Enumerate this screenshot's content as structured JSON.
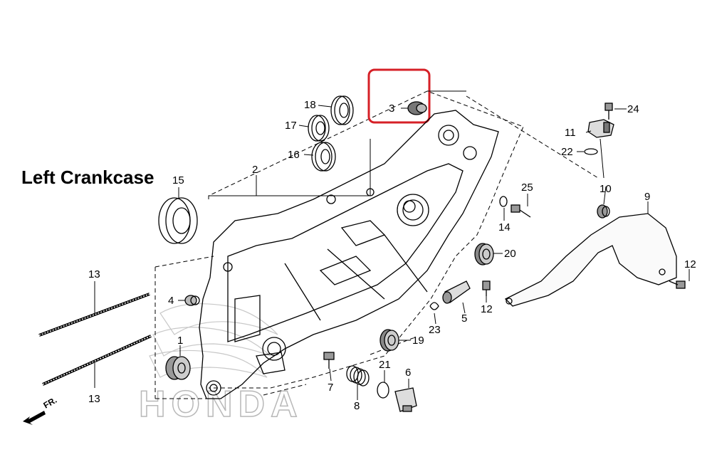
{
  "title": "Left Crankcase",
  "brand": "HONDA",
  "fr_label": "FR.",
  "highlight_color": "#d62027",
  "callouts": [
    {
      "id": "p1",
      "text": "1"
    },
    {
      "id": "p2",
      "text": "2"
    },
    {
      "id": "p3",
      "text": "3"
    },
    {
      "id": "p4",
      "text": "4"
    },
    {
      "id": "p5",
      "text": "5"
    },
    {
      "id": "p6",
      "text": "6"
    },
    {
      "id": "p7",
      "text": "7"
    },
    {
      "id": "p8",
      "text": "8"
    },
    {
      "id": "p9",
      "text": "9"
    },
    {
      "id": "p10",
      "text": "10"
    },
    {
      "id": "p11",
      "text": "11"
    },
    {
      "id": "p12a",
      "text": "12"
    },
    {
      "id": "p12b",
      "text": "12"
    },
    {
      "id": "p13a",
      "text": "13"
    },
    {
      "id": "p13b",
      "text": "13"
    },
    {
      "id": "p14",
      "text": "14"
    },
    {
      "id": "p15",
      "text": "15"
    },
    {
      "id": "p16",
      "text": "16"
    },
    {
      "id": "p17",
      "text": "17"
    },
    {
      "id": "p18",
      "text": "18"
    },
    {
      "id": "p19",
      "text": "19"
    },
    {
      "id": "p20",
      "text": "20"
    },
    {
      "id": "p21",
      "text": "21"
    },
    {
      "id": "p22",
      "text": "22"
    },
    {
      "id": "p23",
      "text": "23"
    },
    {
      "id": "p24",
      "text": "24"
    },
    {
      "id": "p25",
      "text": "25"
    }
  ]
}
